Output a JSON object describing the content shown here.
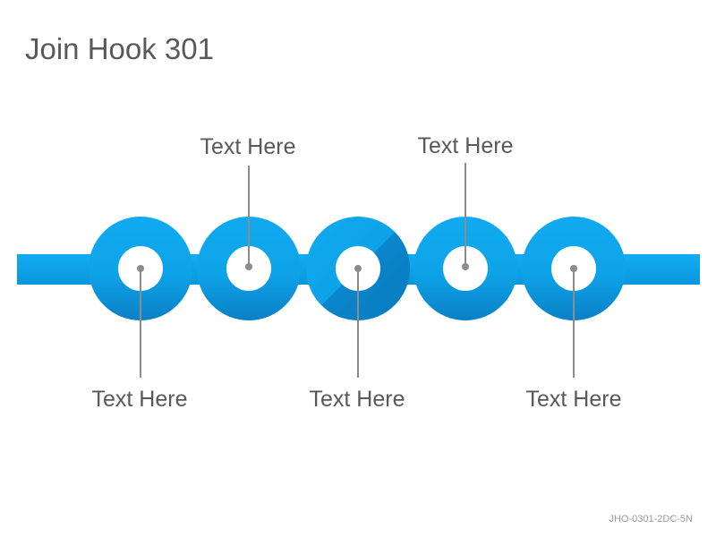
{
  "title": "Join Hook 301",
  "footer_code": "JHO-0301-2DC-5N",
  "colors": {
    "band": "#0ea6ec",
    "ring_light": "#0ea6ec",
    "ring_dark": "#0a7fc4",
    "leader": "#8c8c8c",
    "text": "#595959"
  },
  "labels": {
    "top_1": "Text Here",
    "top_2": "Text Here",
    "bottom_1": "Text Here",
    "bottom_2": "Text Here",
    "bottom_3": "Text Here"
  }
}
